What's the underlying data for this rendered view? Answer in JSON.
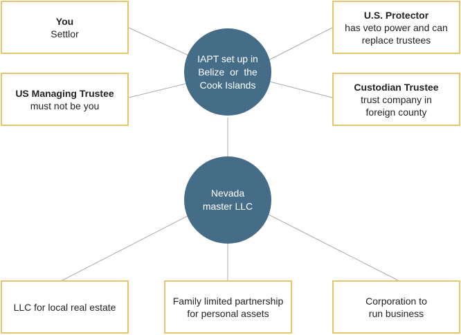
{
  "colors": {
    "box_border": "#e8c56a",
    "circle_fill": "#456d88",
    "connector": "#aaaaaa"
  },
  "nodes": {
    "you": {
      "title": "You",
      "subtitle": "Settlor"
    },
    "managing_trustee": {
      "title": "US Managing Trustee",
      "subtitle": "must not be you"
    },
    "protector": {
      "title": "U.S. Protector",
      "subtitle_line1": "has veto power and can",
      "subtitle_line2": "replace trustees"
    },
    "custodian": {
      "title": "Custodian Trustee",
      "subtitle_line1": "trust company in",
      "subtitle_line2": "foreign county"
    },
    "iapt": {
      "line1": "IAPT set up in",
      "line2": "Belize  or  the",
      "line3": "Cook Islands"
    },
    "nevada": {
      "line1": "Nevada",
      "line2": "master LLC"
    },
    "llc_real_estate": {
      "line1": "LLC for local real estate"
    },
    "flp": {
      "line1": "Family limited partnership",
      "line2": "for personal assets"
    },
    "corporation": {
      "line1": "Corporation to",
      "line2": "run business"
    }
  }
}
